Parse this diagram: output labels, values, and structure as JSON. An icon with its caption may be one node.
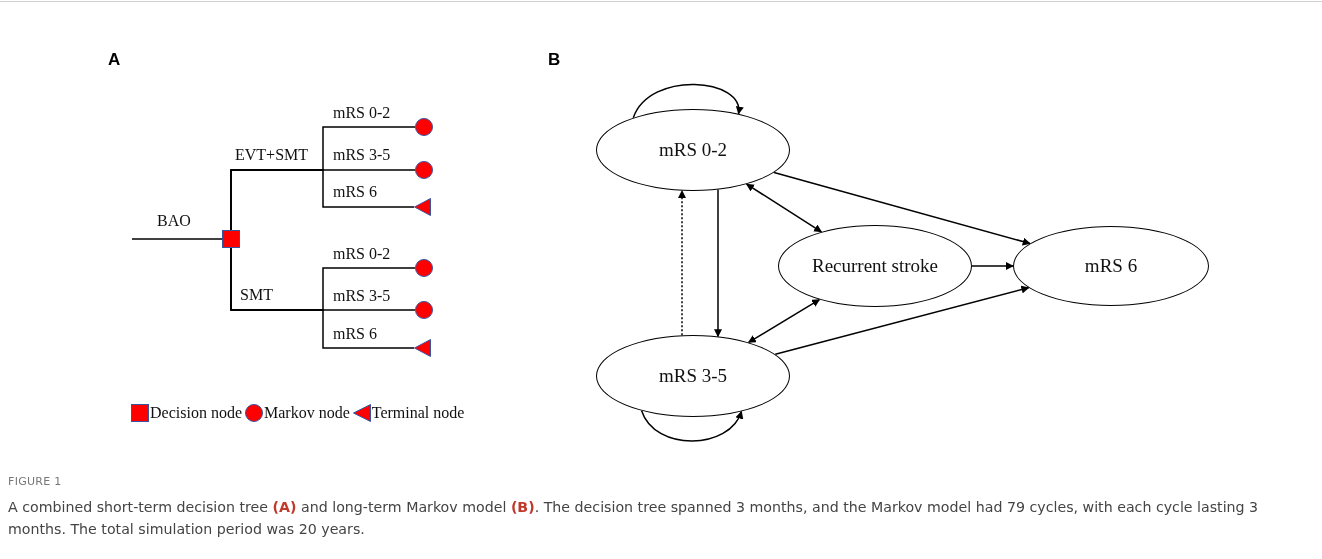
{
  "diagram": {
    "caption": "A combined short-term decision tree **(A)** and long-term Markov model **(B)**. The decision tree spanned 3 months, and the Markov model had 79 cycles, with each cycle lasting 3 months. The total simulation period was 20 years.",
    "nodes": [
      {
        "text": [],
        "shape": "box"
      },
      {
        "text": [],
        "shape": "circle"
      },
      {
        "text": [],
        "shape": "circle"
      },
      {
        "text": [],
        "shape": "triangle"
      },
      {
        "text": [],
        "shape": "circle"
      },
      {
        "text": [],
        "shape": "circle"
      },
      {
        "text": [],
        "shape": "triangle"
      },
      {
        "text": [
          "mRS 0-2"
        ]
      },
      {
        "text": [
          "Recurrent stroke"
        ]
      },
      {
        "text": [
          "mRS 6"
        ]
      },
      {
        "text": [
          "mRS 3-5"
        ]
      }
    ],
    "edges": [
      {
        "from": null,
        "to": 0,
        "arrow": "none",
        "label": "BAO"
      },
      {
        "from": 0,
        "to": 1,
        "arrow": "none",
        "label": "mRS 0-2"
      },
      {
        "from": 0,
        "to": 2,
        "arrow": "none",
        "label": "mRS 3-5"
      },
      {
        "from": 0,
        "to": 3,
        "arrow": "none",
        "label": "mRS 6"
      },
      {
        "from": 0,
        "to": 4,
        "arrow": "none",
        "label": "mRS 0-2"
      },
      {
        "from": 0,
        "to": 5,
        "arrow": "none",
        "label": "mRS 3-5"
      },
      {
        "from": 0,
        "to": 6,
        "arrow": "none",
        "label": "mRS 6"
      },
      {
        "from": 7,
        "to": 7,
        "arrow": "to"
      },
      {
        "from": 7,
        "to": 9,
        "arrow": "to"
      },
      {
        "from": 7,
        "to": 8,
        "arrow": "both"
      },
      {
        "from": 10,
        "to": 7,
        "arrow": "to",
        "style": "dashed"
      },
      {
        "from": 7,
        "to": 10,
        "arrow": "to"
      },
      {
        "from": 8,
        "to": 9,
        "arrow": "to"
      },
      {
        "from": 10,
        "to": 8,
        "arrow": "both"
      },
      {
        "from": 10,
        "to": 9,
        "arrow": "to"
      },
      {
        "from": 10,
        "to": 10,
        "arrow": "to"
      }
    ],
    "labels": [
      "A",
      "B",
      "EVT+SMT",
      "SMT",
      "FIGURE 1"
    ],
    "legend": [
      {
        "text": "Decision node"
      },
      {
        "text": "Markov node"
      },
      {
        "text": "Terminal node"
      }
    ]
  }
}
